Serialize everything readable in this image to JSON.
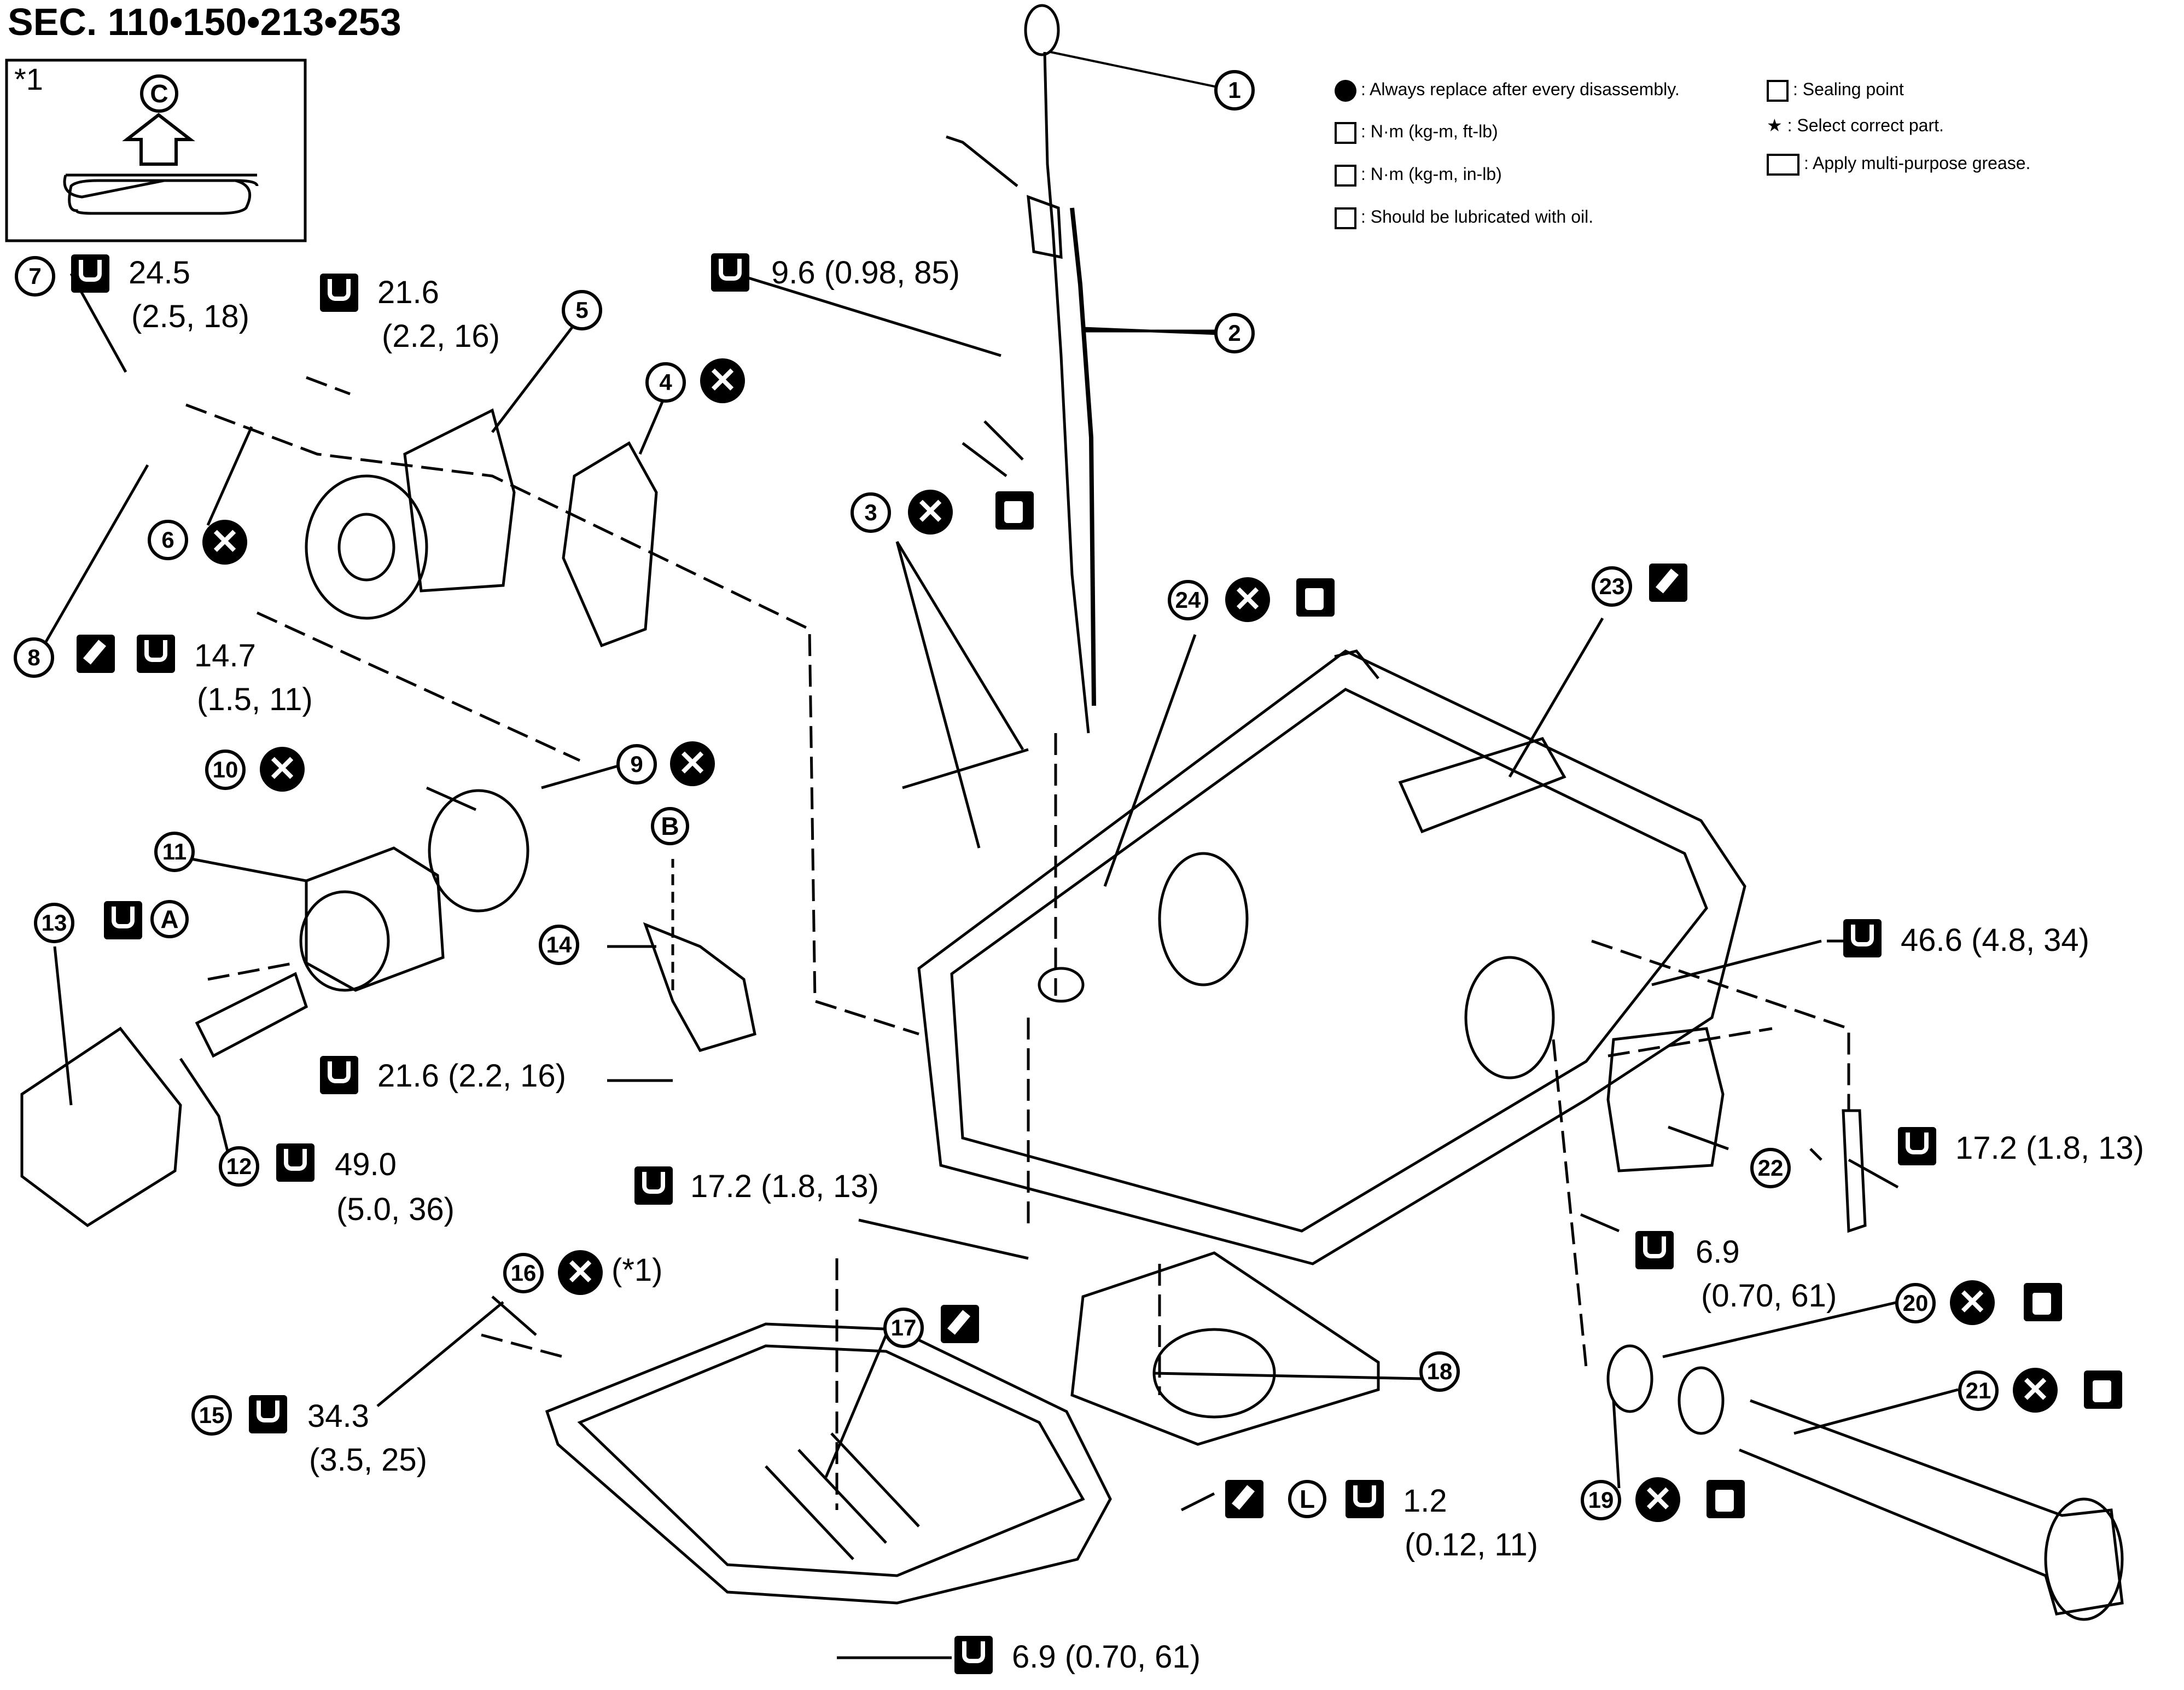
{
  "header": {
    "section": "SEC. 110•150•213•253",
    "inset_note": "*1",
    "inset_letter": "C"
  },
  "legend": {
    "replace": ": Always replace after every disassembly.",
    "nm_ftlb": ": N·m (kg-m, ft-lb)",
    "nm_inlb": ": N·m (kg-m, in-lb)",
    "oil": ": Should be lubricated with oil.",
    "sealing": ": Sealing point",
    "select": ": Select correct part.",
    "grease": ": Apply multi-purpose grease."
  },
  "callouts": {
    "c1": "1",
    "c2": "2",
    "c3": "3",
    "c4": "4",
    "c5": "5",
    "c6": "6",
    "c7": "7",
    "c8": "8",
    "c9": "9",
    "c10": "10",
    "c11": "11",
    "c12": "12",
    "c13": "13",
    "c14": "14",
    "c15": "15",
    "c16": "16",
    "c17": "17",
    "c18": "18",
    "c19": "19",
    "c20": "20",
    "c21": "21",
    "c22": "22",
    "c23": "23",
    "c24": "24"
  },
  "letters": {
    "A": "A",
    "B": "B",
    "L": "L"
  },
  "torques": {
    "t7a": "24.5",
    "t7b": "(2.5, 18)",
    "t5a": "21.6",
    "t5b": "(2.2, 16)",
    "t2": "9.6 (0.98, 85)",
    "t8a": "14.7",
    "t8b": "(1.5, 11)",
    "t14": "21.6 (2.2, 16)",
    "t12a": "49.0",
    "t12b": "(5.0, 36)",
    "t16": "(*1)",
    "t_pan_bolt": "17.2 (1.8, 13)",
    "t15a": "34.3",
    "t15b": "(3.5, 25)",
    "t_46": "46.6 (4.8, 34)",
    "t_17r": "17.2 (1.8, 13)",
    "t22a": "6.9",
    "t22b": "(0.70, 61)",
    "t18a": "1.2",
    "t18b": "(0.12, 11)",
    "t_bottom": "6.9 (0.70, 61)"
  }
}
